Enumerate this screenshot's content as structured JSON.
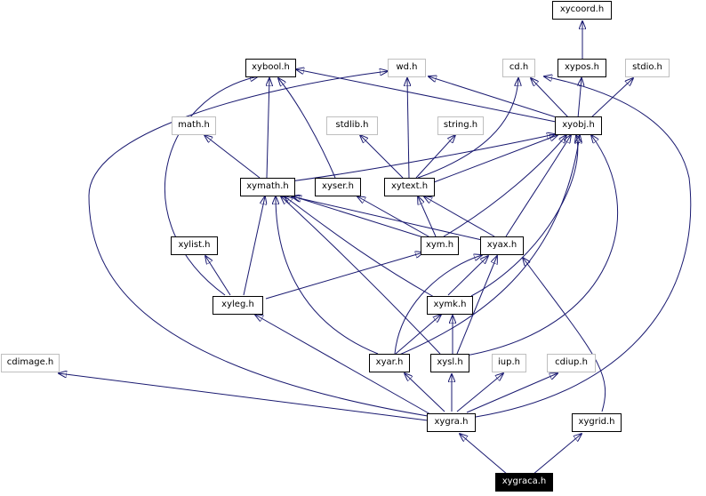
{
  "nodes": {
    "xycoord": "xycoord.h",
    "xybool": "xybool.h",
    "wd": "wd.h",
    "cd": "cd.h",
    "xypos": "xypos.h",
    "stdio": "stdio.h",
    "math": "math.h",
    "stdlib": "stdlib.h",
    "string": "string.h",
    "xyobj": "xyobj.h",
    "xymath": "xymath.h",
    "xyser": "xyser.h",
    "xytext": "xytext.h",
    "xylist": "xylist.h",
    "xym": "xym.h",
    "xyax": "xyax.h",
    "xymk": "xymk.h",
    "xyleg": "xyleg.h",
    "cdimage": "cdimage.h",
    "xyar": "xyar.h",
    "xysl": "xysl.h",
    "iup": "iup.h",
    "cdiup": "cdiup.h",
    "xygra": "xygra.h",
    "xygrid": "xygrid.h",
    "xygraca": "xygraca.h"
  },
  "colors": {
    "edge": "#191970",
    "documented_border": "#000000",
    "external_border": "#bfbfbf",
    "selected_fill": "#000000",
    "selected_text": "#ffffff"
  }
}
